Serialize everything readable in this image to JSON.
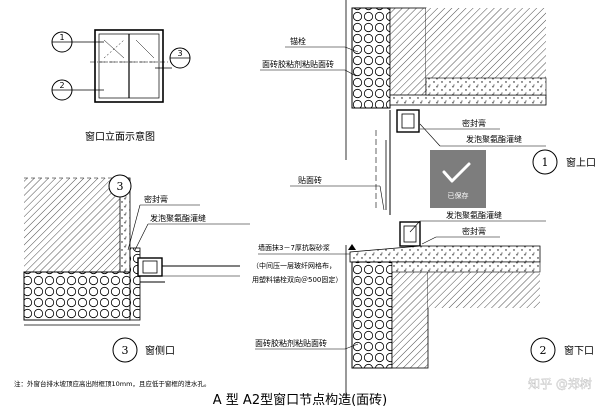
{
  "elevation": {
    "caption": "窗口立面示意图",
    "marker_1": "1",
    "marker_2": "2",
    "marker_3": "3"
  },
  "detail_top": {
    "label_anchor": "锚栓",
    "label_tile_adhesive": "面砖胶粘剂粘贴面砖",
    "label_sealant": "密封膏",
    "label_foam": "发泡聚氨酯灌缝",
    "marker": "1",
    "caption": "窗上口"
  },
  "detail_bottom": {
    "label_tile": "贴面砖",
    "label_foam": "发泡聚氨酯灌缝",
    "label_sealant": "密封膏",
    "label_mortar_1": "墙面抹3－7厚抗裂砂浆",
    "label_mortar_2": "（中间压一层玻纤网格布，",
    "label_mortar_3": "用塑料锚栓双向＠500固定）",
    "label_tile_adhesive": "面砖胶粘剂粘贴面砖",
    "marker": "2",
    "caption": "窗下口"
  },
  "detail_side": {
    "label_sealant": "密封膏",
    "label_foam": "发泡聚氨酯灌缝",
    "marker": "3",
    "caption": "窗侧口"
  },
  "note": "注：外窗台排水坡顶应高出附框顶10mm，且应低于窗框的泄水孔。",
  "title": "A 型    A2型窗口节点构造(面砖)",
  "overlay": {
    "saved_label": "已保存",
    "check_icon": "checkmark-icon"
  },
  "watermark": "知乎 @郑树"
}
